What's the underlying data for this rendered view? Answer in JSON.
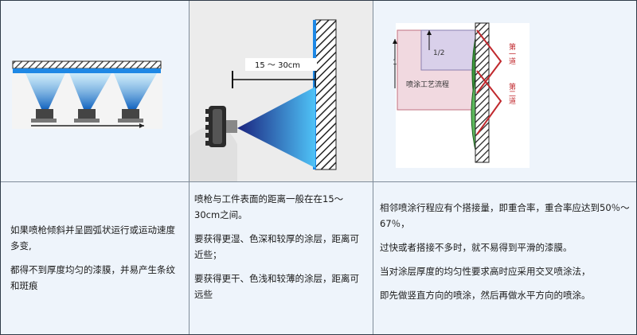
{
  "illustrations": {
    "left": {
      "icons": [
        "wall-hatched-icon",
        "spray-gun-icon"
      ],
      "colors": {
        "spray": "#1e90ff",
        "wall": "#444444"
      }
    },
    "middle": {
      "distance_label": "15 ～ 30cm",
      "icons": [
        "wall-hatched-icon",
        "spray-gun-icon"
      ],
      "colors": {
        "spray_near": "#1d2dbf",
        "spray_far": "#3fb0e8",
        "gun": "#333333"
      }
    },
    "right": {
      "half_label": "1/2",
      "one_label": "1",
      "process_label": "喷涂工艺流程",
      "pass_labels": [
        "第一道",
        "第二道"
      ],
      "colors": {
        "overlap": "#e8c8d2",
        "lavender": "#d6cde8",
        "green": "#3c9a3c",
        "stroke": "#c0282d"
      }
    }
  },
  "notes": {
    "left": [
      "如果喷枪倾斜并呈圆弧状运行或运动速度多变,",
      "都得不到厚度均匀的漆膜，并易产生条纹和斑痕"
    ],
    "middle": [
      "喷枪与工件表面的距离一般在在15～30cm之间。",
      "要获得更湿、色深和较厚的涂层，距离可近些；",
      "要获得更干、色浅和较薄的涂层，距离可远些"
    ],
    "right": [
      "相邻喷涂行程应有个搭接量，即重合率，重合率应达到50％～67％，",
      "过快或者搭接不多时，就不易得到平滑的漆膜。",
      "当对涂层厚度的均匀性要求高时应采用交叉喷涂法，",
      "即先做竖直方向的喷涂，然后再做水平方向的喷涂。"
    ]
  }
}
